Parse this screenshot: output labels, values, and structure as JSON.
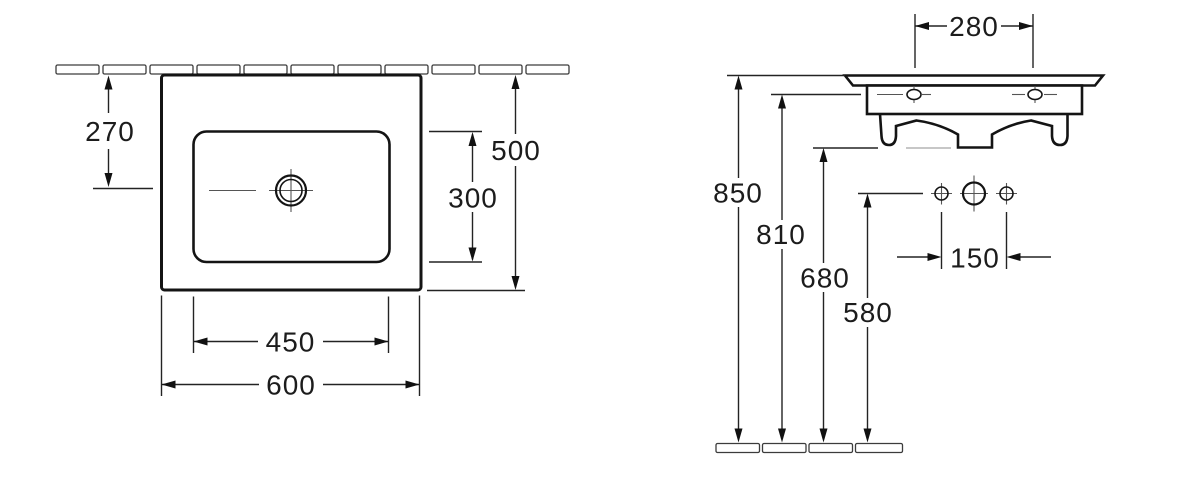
{
  "drawing": {
    "colors": {
      "background": "#ffffff",
      "object_line": "#141414",
      "dimension_line": "#232323",
      "text": "#1c1c1c"
    },
    "left_view": {
      "dims": {
        "drain_center_offset": "270",
        "overall_depth": "500",
        "bowl_depth": "300",
        "bowl_width": "450",
        "overall_width": "600"
      }
    },
    "right_view": {
      "dims": {
        "fixing_hole_spacing": "280",
        "rim_height": "850",
        "fixing_hole_height": "810",
        "underside_height": "680",
        "tap_line_height": "580",
        "tap_hole_spacing": "150"
      }
    }
  }
}
